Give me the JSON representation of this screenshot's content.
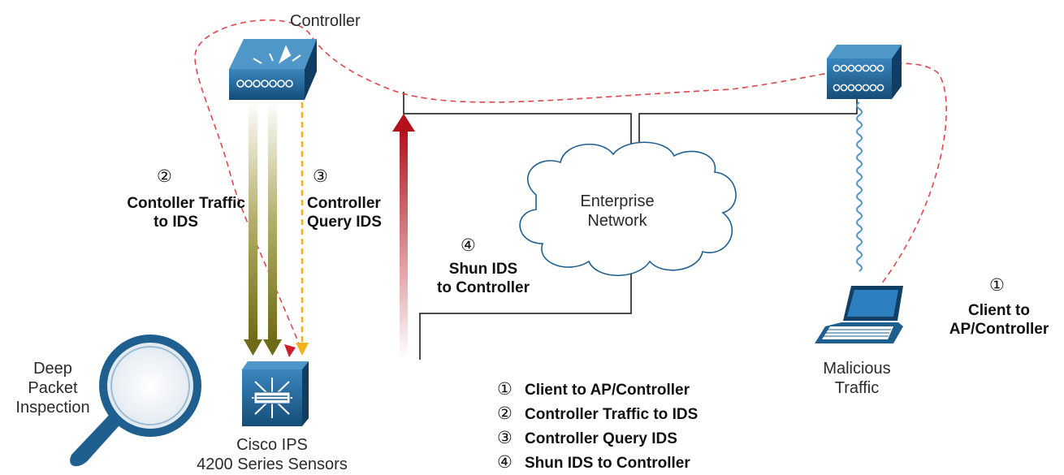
{
  "controller": {
    "label": "Controller"
  },
  "enterprise_network": {
    "label_line1": "Enterprise",
    "label_line2": "Network"
  },
  "steps": [
    {
      "num": "①",
      "line1": "Client to",
      "line2": "AP/Controller",
      "legend": "Client to AP/Controller"
    },
    {
      "num": "②",
      "line1": "Contoller Traffic",
      "line2": "to IDS",
      "legend": "Controller Traffic to IDS"
    },
    {
      "num": "③",
      "line1": "Controller",
      "line2": "Query IDS",
      "legend": "Controller Query IDS"
    },
    {
      "num": "④",
      "line1": "Shun IDS",
      "line2": "to Controller",
      "legend": "Shun IDS to Controller"
    }
  ],
  "client": {
    "line1": "Malicious",
    "line2": "Traffic"
  },
  "sensor": {
    "line1": "Cisco IPS",
    "line2": "4200 Series Sensors"
  },
  "inspection": {
    "line1": "Deep",
    "line2": "Packet",
    "line3": "Inspection"
  },
  "colors": {
    "device_blue": "#1f5f8f",
    "dashed_path": "#e0474c",
    "traffic_arrow": "#6e6a18",
    "query_arrow": "#f2b21a",
    "shun_arrow": "#b3121b",
    "link_line": "#111111"
  }
}
